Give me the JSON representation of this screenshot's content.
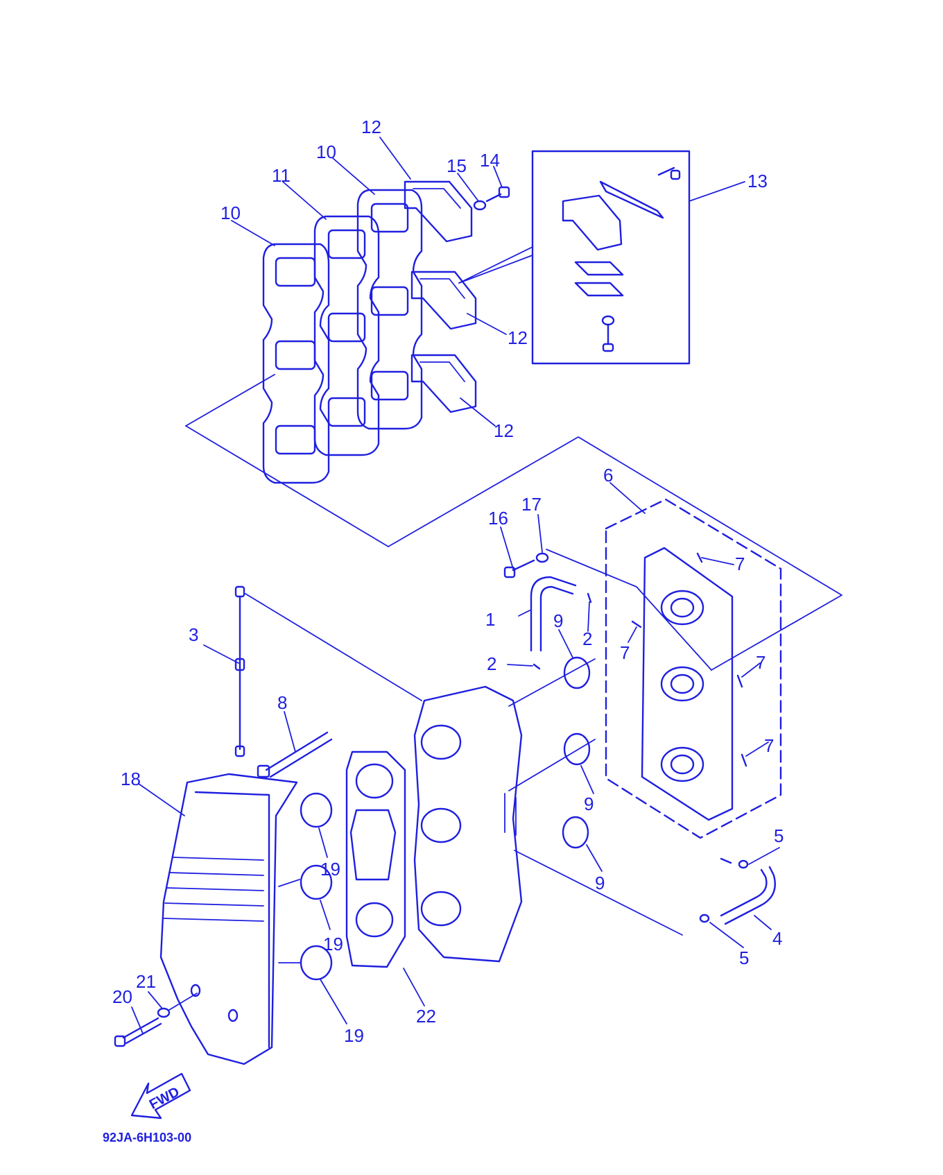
{
  "diagram_code": "92JA-6H103-00",
  "fwd_label": "FWD",
  "accent_color": "#1f1fe0",
  "callouts": [
    "12",
    "10",
    "11",
    "10",
    "15",
    "14",
    "13",
    "12",
    "12",
    "6",
    "16",
    "17",
    "7",
    "1",
    "9",
    "2",
    "2",
    "7",
    "7",
    "3",
    "8",
    "7",
    "18",
    "19",
    "9",
    "9",
    "5",
    "19",
    "4",
    "5",
    "19",
    "22",
    "21",
    "20"
  ]
}
